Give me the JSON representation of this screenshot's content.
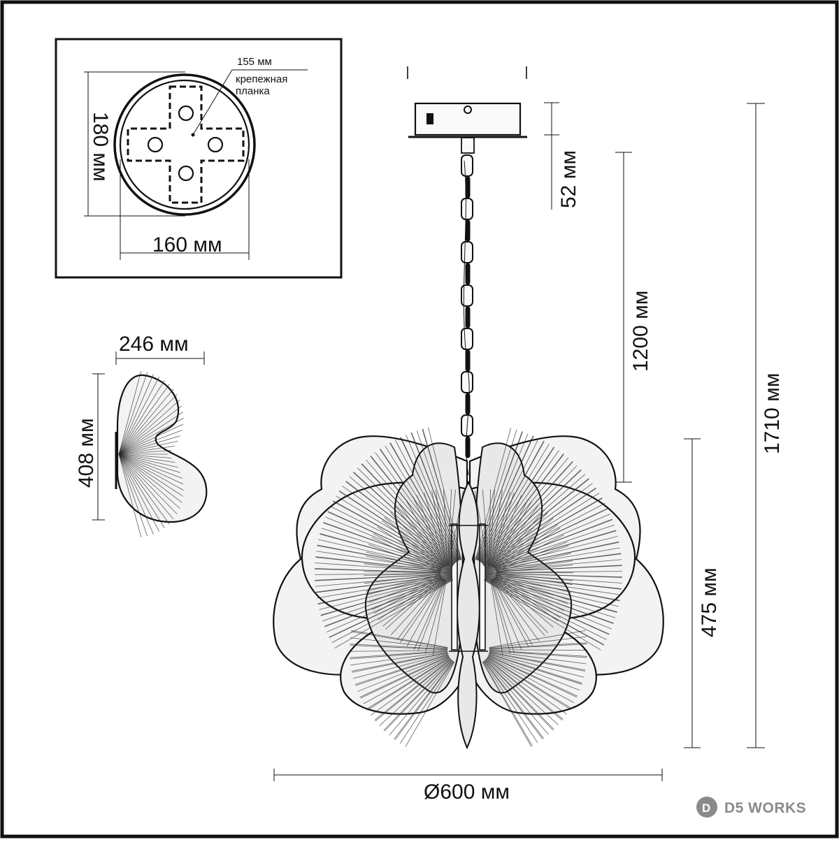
{
  "mount_view": {
    "width_label": "160 мм",
    "height_label": "180 мм",
    "plate_label": "155 мм",
    "plate_name_line1": "крепежная",
    "plate_name_line2": "планка"
  },
  "shade_view": {
    "width_label": "246 мм",
    "height_label": "408 мм"
  },
  "main_view": {
    "canopy_height_label": "52 мм",
    "chain_length_label": "1200 мм",
    "total_height_label": "1710 мм",
    "body_height_label": "475 мм",
    "diameter_label": "Ø600 мм"
  },
  "brand": {
    "name": "D5 WORKS",
    "logo_letter": "D",
    "color": "#8a8a8a"
  }
}
